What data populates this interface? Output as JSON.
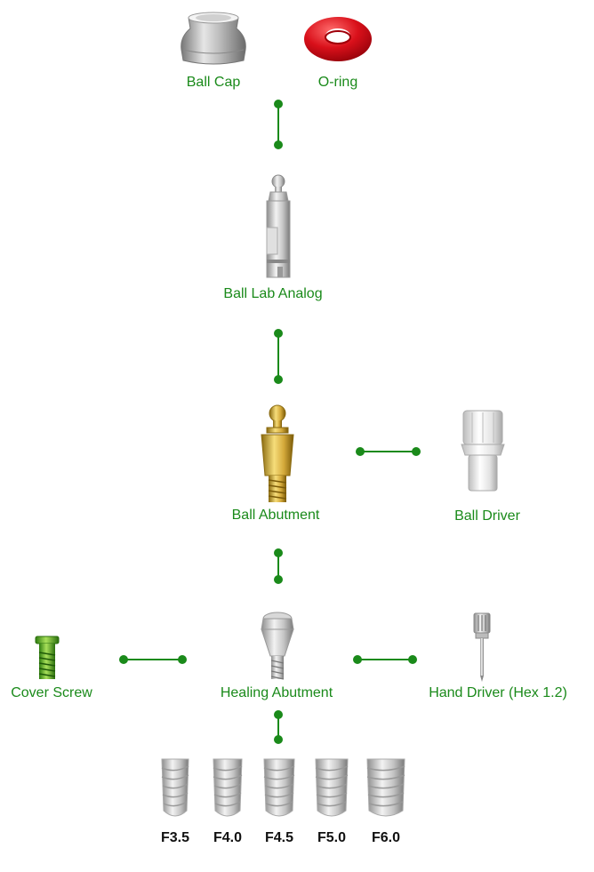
{
  "colors": {
    "connector": "#1a8a1a",
    "label": "#1a8a1a"
  },
  "components": {
    "ball_cap": {
      "label": "Ball Cap",
      "icon": "ball-cap-icon"
    },
    "o_ring": {
      "label": "O-ring",
      "icon": "o-ring-icon"
    },
    "ball_lab_analog": {
      "label": "Ball Lab Analog",
      "icon": "lab-analog-icon"
    },
    "ball_abutment": {
      "label": "Ball Abutment",
      "icon": "ball-abutment-icon"
    },
    "ball_driver": {
      "label": "Ball Driver",
      "icon": "ball-driver-icon"
    },
    "cover_screw": {
      "label": "Cover Screw",
      "icon": "cover-screw-icon"
    },
    "healing_abutment": {
      "label": "Healing Abutment",
      "icon": "healing-abutment-icon"
    },
    "hand_driver": {
      "label": "Hand Driver (Hex 1.2)",
      "icon": "hand-driver-icon"
    }
  },
  "implants": [
    {
      "label": "F3.5",
      "icon": "implant-icon"
    },
    {
      "label": "F4.0",
      "icon": "implant-icon"
    },
    {
      "label": "F4.5",
      "icon": "implant-icon"
    },
    {
      "label": "F5.0",
      "icon": "implant-icon"
    },
    {
      "label": "F6.0",
      "icon": "implant-icon"
    }
  ]
}
